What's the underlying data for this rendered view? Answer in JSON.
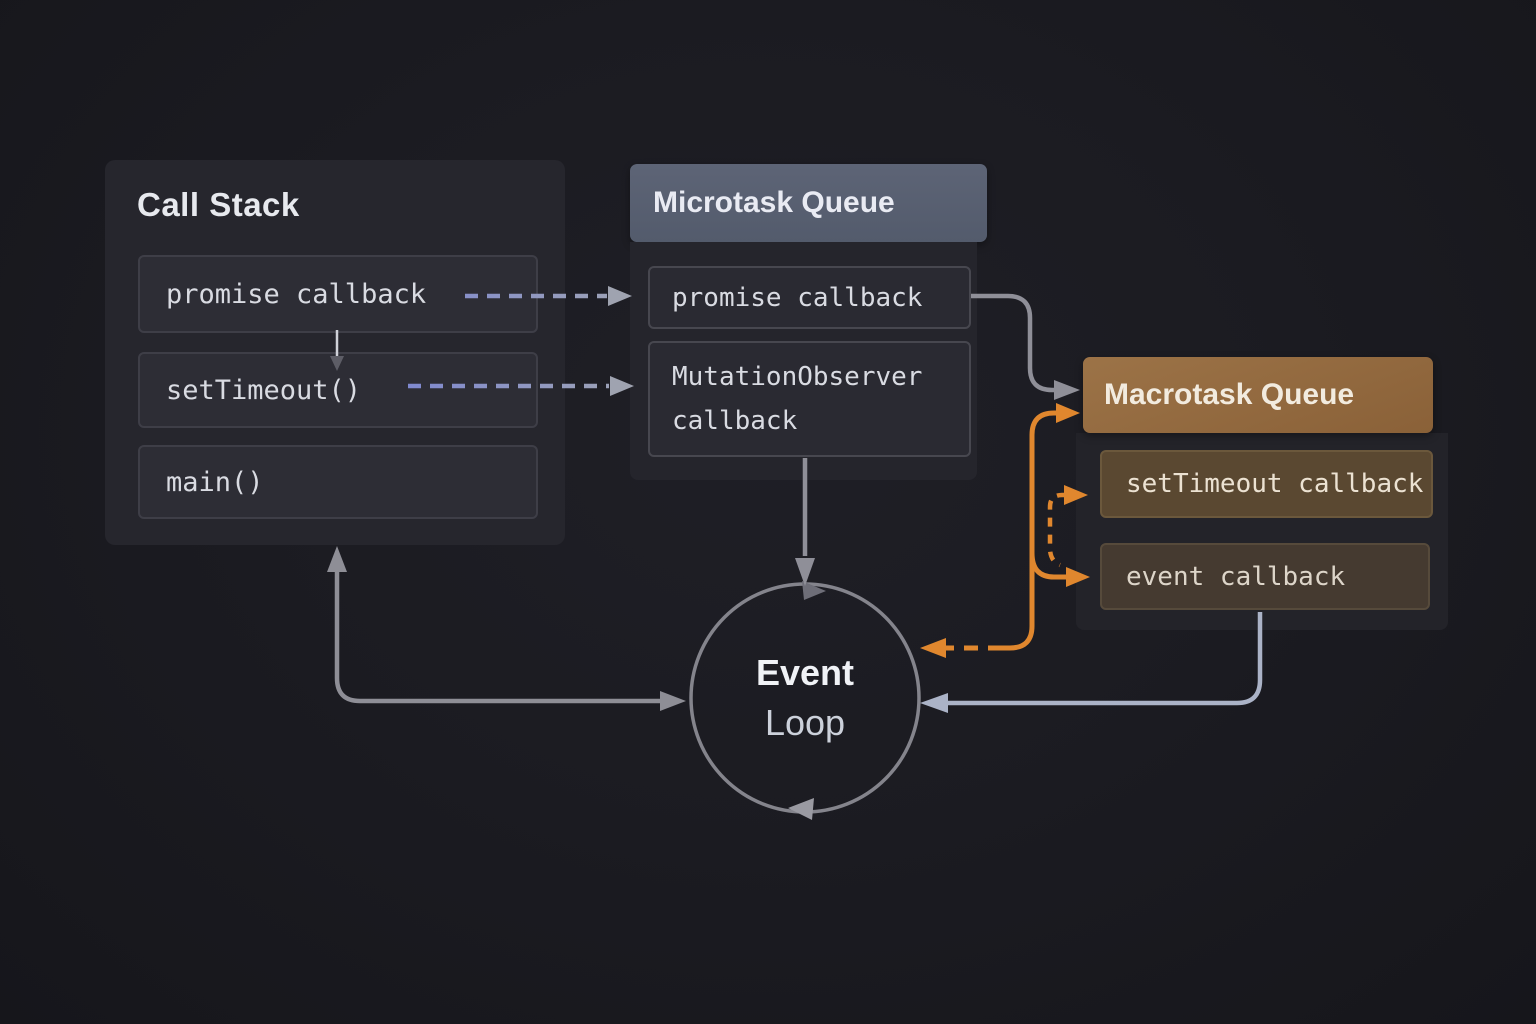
{
  "call_stack": {
    "title": "Call Stack",
    "items": [
      "promise callback",
      "setTimeout()",
      "main()"
    ]
  },
  "microtask_queue": {
    "title": "Microtask Queue",
    "items": [
      "promise callback",
      "MutationObserver callback"
    ]
  },
  "macrotask_queue": {
    "title": "Macrotask Queue",
    "items": [
      "setTimeout callback",
      "event callback"
    ]
  },
  "event_loop": {
    "title_line1": "Event",
    "title_line2": "Loop"
  },
  "colors": {
    "background": "#1b1b21",
    "panel": "#26262d",
    "microtask_header": "#5a6173",
    "macrotask_header": "#926a3f",
    "arrow_gray": "#8f8f98",
    "arrow_orange": "#e0872e",
    "arrow_lavender": "#abb3c7",
    "arrow_dash_blue": "#7e88d0"
  }
}
